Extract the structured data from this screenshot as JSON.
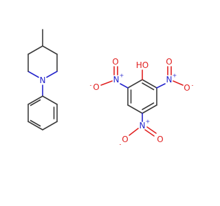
{
  "atoms": {
    "n_ring": "N",
    "oh": "HO",
    "no2_left_n": "N",
    "no2_left_o": "O",
    "no2_left_o_charge": "-",
    "no2_left_n_charge": "+",
    "no2_left_o2": "O",
    "no2_right_n": "N",
    "no2_right_n_charge": "+",
    "no2_right_o": "O",
    "no2_right_o2": "O",
    "no2_right_o2_charge": "-",
    "no2_bottom_n": "N",
    "no2_bottom_n_charge": "+",
    "no2_bottom_o": "O",
    "no2_bottom_o_charge": "-",
    "no2_bottom_o2": "O"
  },
  "colors": {
    "carbon": "#3a3a3a",
    "nitrogen": "#2323cc",
    "oxygen": "#e02020"
  }
}
